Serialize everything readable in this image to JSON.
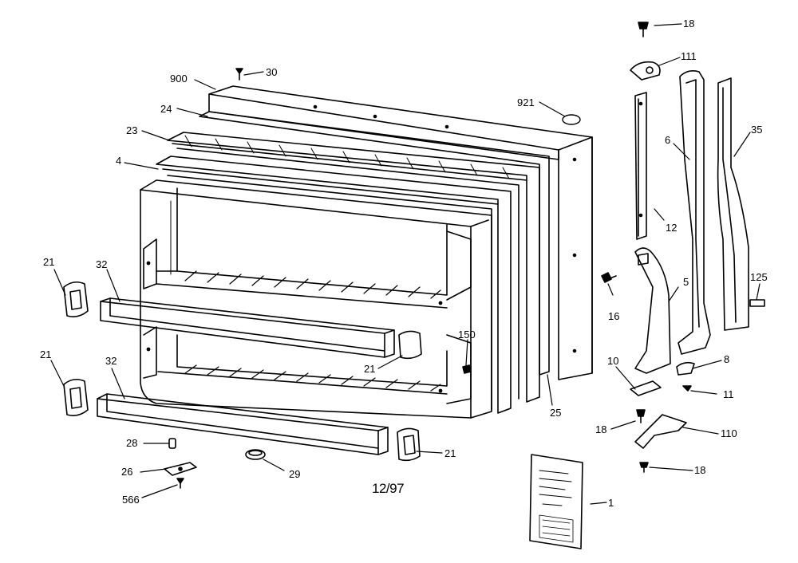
{
  "labels": {
    "p18a": "18",
    "p111": "111",
    "p30": "30",
    "p900": "900",
    "p24": "24",
    "p921": "921",
    "p23": "23",
    "p6": "6",
    "p35": "35",
    "p4": "4",
    "p12": "12",
    "p21a": "21",
    "p32a": "32",
    "p5": "5",
    "p125": "125",
    "p16": "16",
    "p150": "150",
    "p21b": "21",
    "p21c": "21",
    "p32b": "32",
    "p10": "10",
    "p8": "8",
    "p11": "11",
    "p25": "25",
    "p18b": "18",
    "p110": "110",
    "p28": "28",
    "p21d": "21",
    "p26": "26",
    "p29": "29",
    "p18c": "18",
    "p566": "566",
    "p1": "1"
  },
  "date_code": "12/97"
}
